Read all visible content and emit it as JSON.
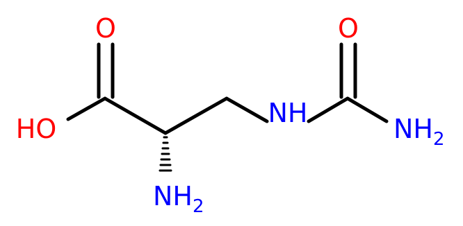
{
  "molecule": {
    "atoms": {
      "carbonyl_o": "O",
      "hydroxyl": "HO",
      "alpha_amine": "NH",
      "alpha_amine_sub": "2",
      "nh_link": "NH",
      "urea_o": "O",
      "urea_amine": "NH",
      "urea_amine_sub": "2"
    },
    "colors": {
      "oxygen": "#ff0000",
      "nitrogen": "#0000ff",
      "bond": "#000000"
    }
  }
}
